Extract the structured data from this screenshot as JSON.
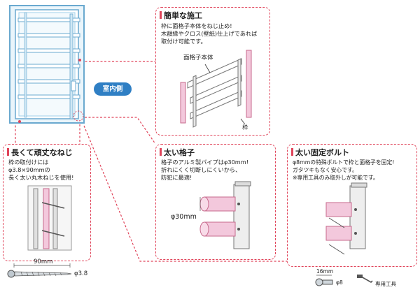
{
  "room_side_badge": "室内側",
  "panel_easy": {
    "title": "簡単な施工",
    "lines": [
      "枠に面格子本体をねじ止め!",
      "木額縁やクロス(壁紙)仕上げであれば",
      "取付け可能です。"
    ],
    "label_body": "面格子本体",
    "label_frame": "枠"
  },
  "panel_screw": {
    "title": "長くて頑丈なねじ",
    "lines": [
      "枠の取付けには",
      "φ3.8×90mmの",
      "長く太い丸木ねじを使用!"
    ],
    "length_label": "90mm",
    "diameter_label": "φ3.8"
  },
  "panel_bar": {
    "title": "太い格子",
    "lines": [
      "格子のアルミ製パイプはφ30mm!",
      "折れにくく切断しにくいから、",
      "防犯に最適!"
    ],
    "pipe_label": "φ30mm"
  },
  "panel_bolt": {
    "title": "太い固定ボルト",
    "lines": [
      "φ8mmの特殊ボルトで枠と面格子を固定!",
      "ガタツキもなく安心です。",
      "※専用工具のみ取外しが可能です。"
    ],
    "length_label": "16mm",
    "diameter_label": "φ8",
    "tool_label": "専用工具"
  },
  "colors": {
    "accent": "#e0445a",
    "badge": "#2f7fc4",
    "frame": "#9fd0ea",
    "pipe": "#f3c8dc"
  }
}
